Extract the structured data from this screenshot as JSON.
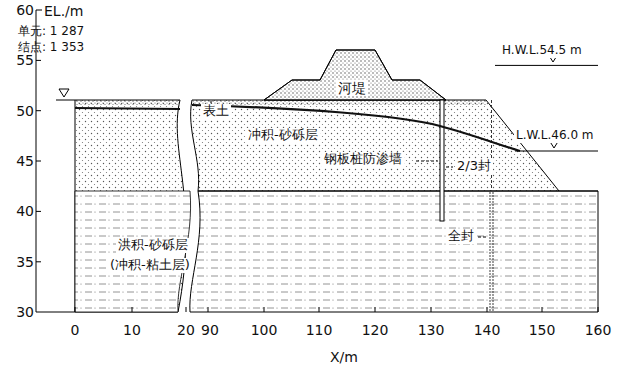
{
  "diagram": {
    "labels": [
      "EL./m",
      "单元: 1 287",
      "结点: 1 353",
      "表土",
      "河堤",
      "H.W.L.54.5 m",
      "L.W.L.46.0 m",
      "冲积-砂砾层",
      "钢板桩防渗墙",
      "2/3封",
      "全封",
      "洪积-砂砾层",
      "(冲积-粘土层)",
      "60",
      "55",
      "50",
      "45",
      "40",
      "35",
      "30",
      "0",
      "10",
      "20",
      "90",
      "100",
      "110",
      "120",
      "130",
      "140",
      "150",
      "160",
      "X/m"
    ]
  }
}
